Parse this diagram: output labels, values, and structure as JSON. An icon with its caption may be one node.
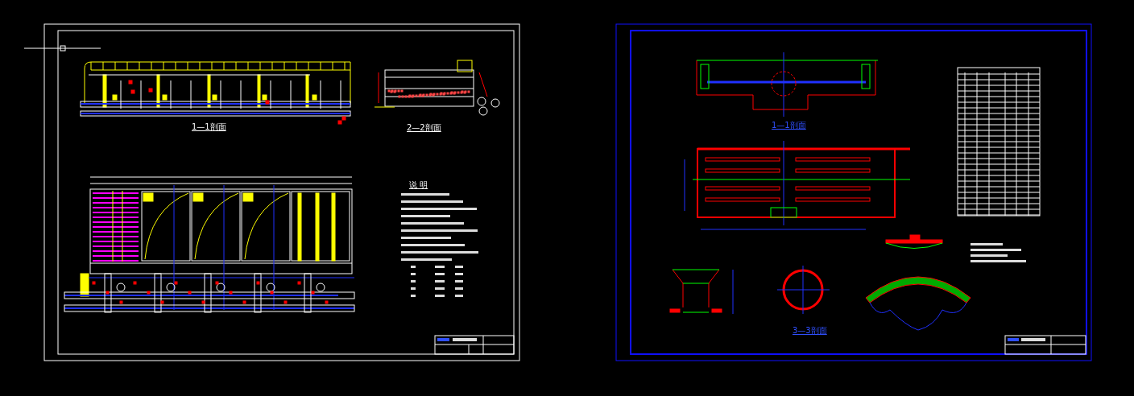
{
  "diagram": {
    "labels": [
      "1—1剖面",
      "2—2剖面",
      "说 明",
      "1—1剖面",
      "3—3剖面"
    ]
  }
}
